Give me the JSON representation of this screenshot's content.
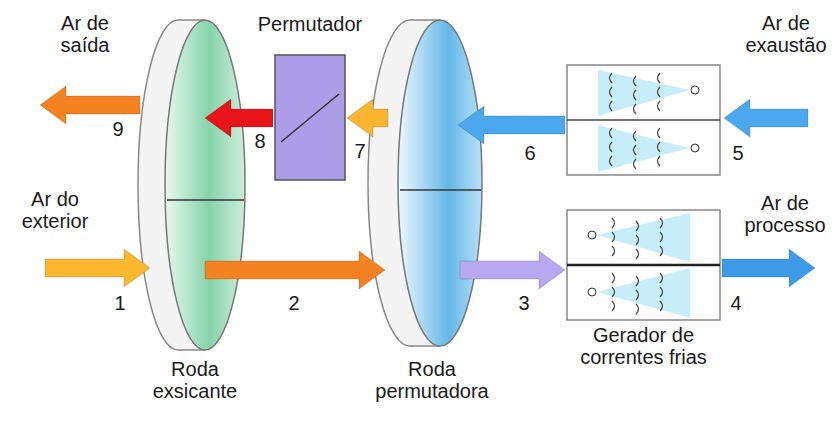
{
  "diagram": {
    "nodes": [
      {
        "text": [
          "Roda exsicante"
        ]
      },
      {
        "text": [
          "Permutador"
        ]
      },
      {
        "text": [
          "Roda permutadora"
        ]
      },
      {
        "text": [
          "Gerador de correntes frias"
        ]
      }
    ],
    "edges": [
      {
        "from": 0,
        "to": 2,
        "arrow": "to"
      },
      {
        "from": 2,
        "to": 1,
        "arrow": "to"
      },
      {
        "from": 1,
        "to": 0,
        "arrow": "to"
      },
      {
        "from": 2,
        "to": 3,
        "arrow": "to"
      }
    ],
    "labels": [
      "Ar de saída",
      "Ar de exaustão",
      "Ar do exterior",
      "Ar de processo",
      "1",
      "2",
      "3",
      "4",
      "5",
      "6",
      "7",
      "8",
      "9"
    ]
  }
}
